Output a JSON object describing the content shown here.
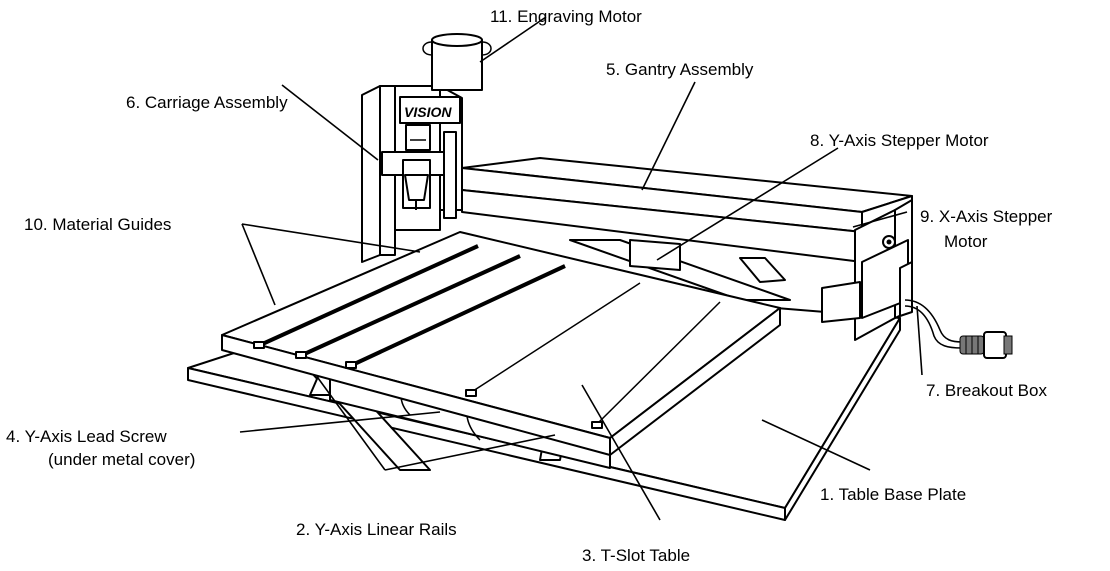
{
  "labels": {
    "table_base_plate": "1. Table Base Plate",
    "y_axis_linear_rails": "2. Y-Axis Linear Rails",
    "t_slot_table": "3. T-Slot Table",
    "y_axis_lead_screw_line1": "4. Y-Axis Lead Screw",
    "y_axis_lead_screw_line2": "(under metal cover)",
    "gantry_assembly": "5. Gantry Assembly",
    "carriage_assembly": "6. Carriage Assembly",
    "breakout_box": "7. Breakout Box",
    "y_axis_stepper_motor": "8. Y-Axis Stepper Motor",
    "x_axis_stepper_motor_line1": "9. X-Axis Stepper",
    "x_axis_stepper_motor_line2": "Motor",
    "material_guides": "10. Material Guides",
    "engraving_motor": "11. Engraving Motor"
  },
  "brand_text": "VISION"
}
